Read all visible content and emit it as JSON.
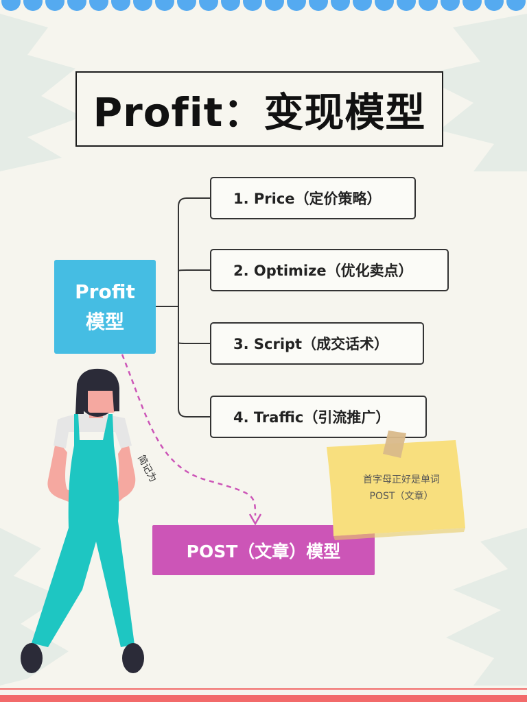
{
  "title": "Profit：变现模型",
  "root": {
    "line1": "Profit",
    "line2": "模型"
  },
  "branches": [
    {
      "label": "1.  Price（定价策略）"
    },
    {
      "label": "2.  Optimize（优化卖点）"
    },
    {
      "label": "3.  Script（成交话术）"
    },
    {
      "label": "4.  Traffic（引流推广）"
    }
  ],
  "edge_label": "简记为",
  "result": "POST（文章）模型",
  "sticky_note": {
    "line1": "首字母正好是单词",
    "line2": "POST（文章）"
  },
  "colors": {
    "background": "#f6f5ee",
    "root_node": "#45bde3",
    "result_node": "#cc55b7",
    "sticky_note": "#f8df7e",
    "dashed_connector": "#cc55b7",
    "top_border_dots": "#55aaf0",
    "bottom_stripe": "#f26a6a"
  }
}
